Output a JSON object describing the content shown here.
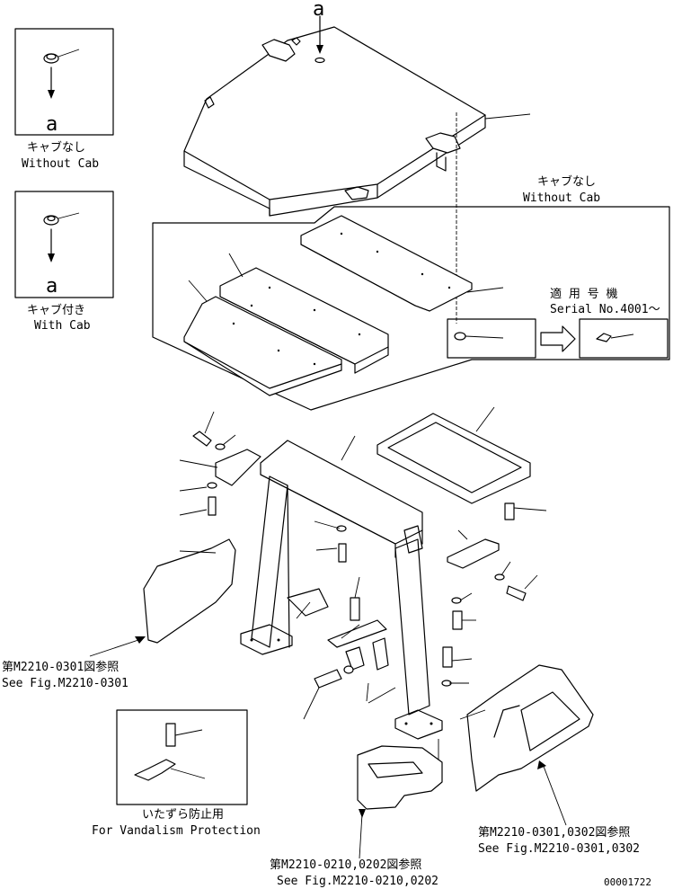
{
  "diagram": {
    "detail_a_letter": "a",
    "inset_without_cab": {
      "letter": "a",
      "label_jp": "キャブなし",
      "label_en": "Without Cab"
    },
    "inset_with_cab": {
      "letter": "a",
      "label_jp": "キャブ付き",
      "label_en": "With Cab"
    },
    "floor_group": {
      "label_jp": "キャブなし",
      "label_en": "Without Cab"
    },
    "serial": {
      "label_jp": "適 用 号 機",
      "label_en": "Serial No.4001～"
    },
    "ref_left": {
      "label_jp": "第M2210-0301図参照",
      "label_en": "See Fig.M2210-0301"
    },
    "vandalism": {
      "label_jp": "いたずら防止用",
      "label_en": "For Vandalism Protection"
    },
    "ref_bottom": {
      "label_jp": "第M2210-0210,0202図参照",
      "label_en": "See Fig.M2210-0210,0202"
    },
    "ref_right": {
      "label_jp": "第M2210-0301,0302図参照",
      "label_en": "See Fig.M2210-0301,0302"
    },
    "drawing_number": "00001722"
  }
}
